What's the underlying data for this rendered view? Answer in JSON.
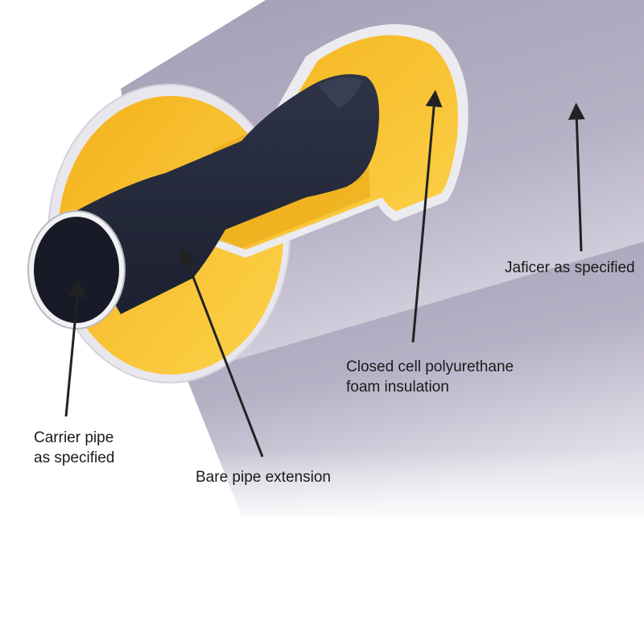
{
  "labels": {
    "jacket": [
      "Jaficer as specified"
    ],
    "foam": [
      "Closed cell polyurethane",
      "foam insulation"
    ],
    "carrier": [
      "Carrier pipe",
      "as specified"
    ],
    "bare": [
      "Bare pipe extension"
    ]
  },
  "colors": {
    "jacket": "#9c95ad",
    "jacket_light": "#cdc8d8",
    "foam": "#f7be28",
    "foam_light": "#fdd253",
    "pipe": "#23283a",
    "pipe_light": "#3b4157",
    "rim": "#eceaf0",
    "arrow": "#222222",
    "text": "#1a1a1a"
  }
}
